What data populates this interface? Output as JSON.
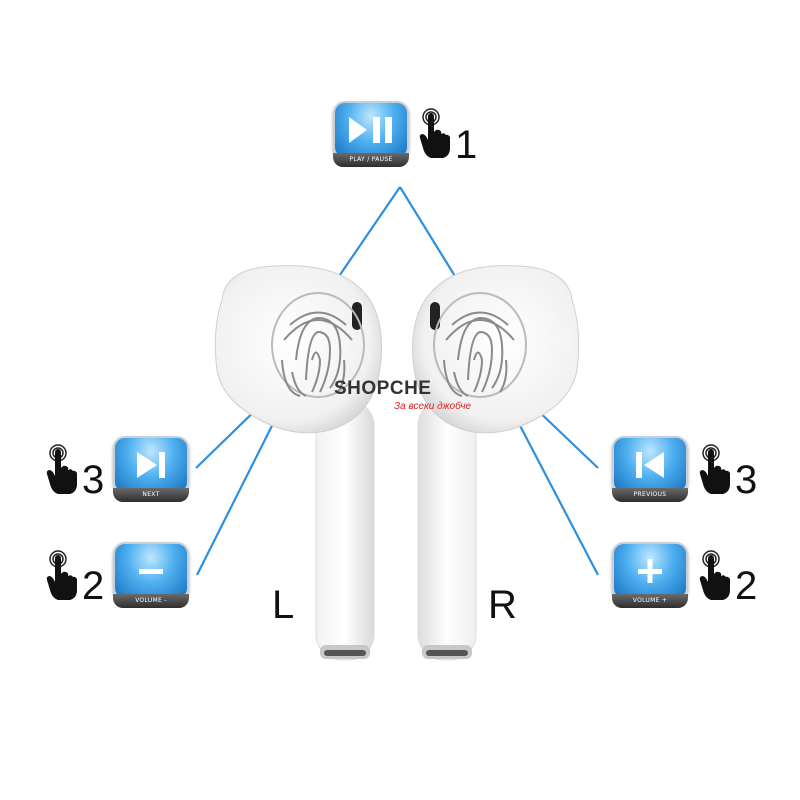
{
  "watermark": {
    "brand": "SHOPCHE",
    "slogan": "За всеки джобче"
  },
  "controls": {
    "play_pause": {
      "caption": "PLAY / PAUSE",
      "taps": "1"
    },
    "next": {
      "caption": "NEXT",
      "taps": "3"
    },
    "volume_down": {
      "caption": "VOLUME -",
      "taps": "2"
    },
    "previous": {
      "caption": "PREVIOUS",
      "taps": "3"
    },
    "volume_up": {
      "caption": "VOLUME +",
      "taps": "2"
    }
  },
  "earbuds": {
    "left_label": "L",
    "right_label": "R"
  },
  "colors": {
    "line": "#2d8fe0",
    "button_blue": "#3aa0e8"
  },
  "icons": [
    "play-pause-icon",
    "next-track-icon",
    "minus-icon",
    "previous-track-icon",
    "plus-icon",
    "tap-hand-icon",
    "fingerprint-icon"
  ]
}
